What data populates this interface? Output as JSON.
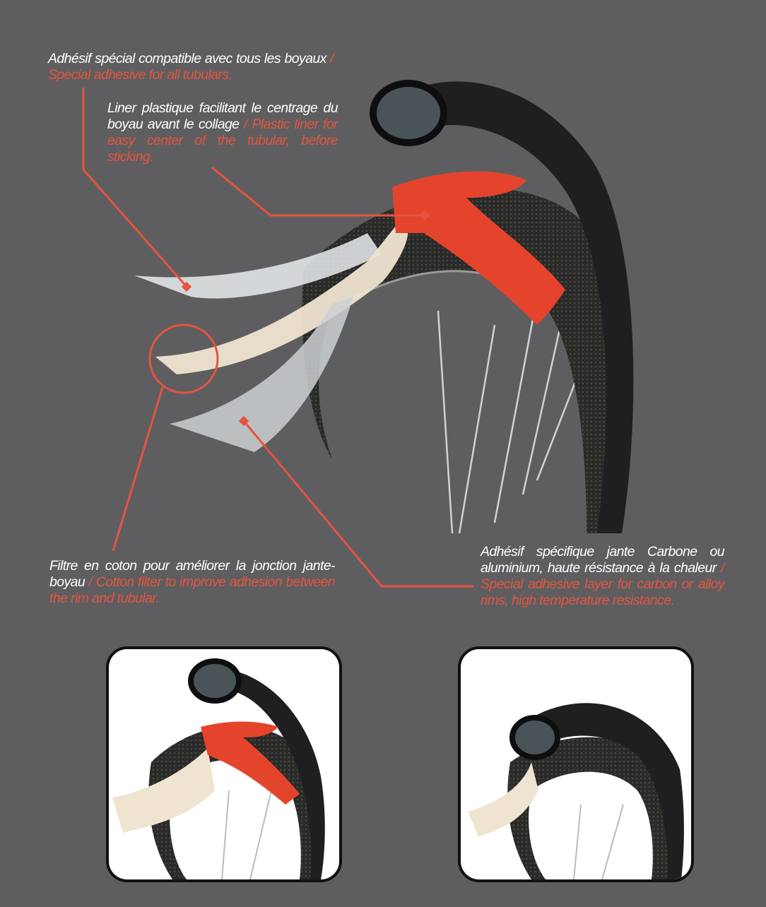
{
  "colors": {
    "background": "#5e5e60",
    "accent": "#e5543f",
    "tire": "#1e1e20",
    "text": "#ffffff"
  },
  "callouts": [
    {
      "fr": "Adhésif spécial compatible avec tous les boyaux",
      "en": "/ Special adhesive for all tubulars."
    },
    {
      "fr": "Liner plastique facilitant le centrage du boyau avant le collage",
      "en": "/ Plastic liner for easy center of the tubular, before sticking."
    },
    {
      "fr": "Filtre en coton pour améliorer la jonction jante-boyau",
      "en": "/ Cotton filter to improve adhesion between the rim and tubular."
    },
    {
      "fr": "Adhésif spécifique jante Carbone ou aluminium, haute résistance à la chaleur",
      "en": "/ Special adhesive layer for carbon or alloy rims, high temperature resistance."
    }
  ],
  "insets": [
    {
      "name": "before-mounting",
      "shows_red_liner": true
    },
    {
      "name": "after-mounting",
      "shows_red_liner": false
    }
  ]
}
